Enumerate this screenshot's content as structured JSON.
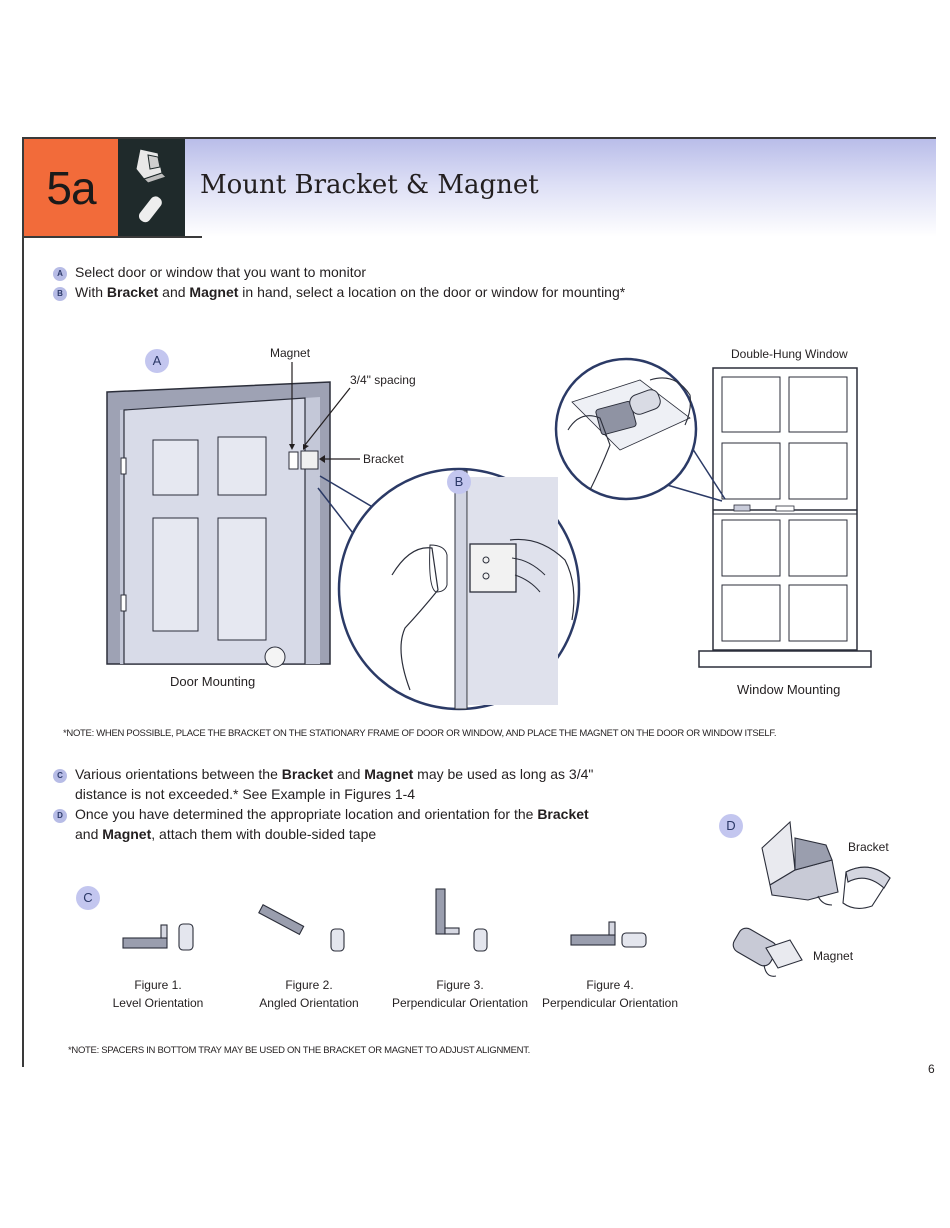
{
  "header": {
    "step_number": "5a",
    "title": "Mount Bracket & Magnet",
    "icons": [
      "bracket-icon",
      "magnet-icon"
    ]
  },
  "intro_steps": [
    {
      "marker": "A",
      "parts": [
        {
          "t": "Select door or window that you want to monitor",
          "b": false
        }
      ]
    },
    {
      "marker": "B",
      "parts": [
        {
          "t": "With ",
          "b": false
        },
        {
          "t": "Bracket",
          "b": true
        },
        {
          "t": " and ",
          "b": false
        },
        {
          "t": "Magnet",
          "b": true
        },
        {
          "t": " in hand, select a location on the door or window for mounting*",
          "b": false
        }
      ]
    }
  ],
  "door_diagram": {
    "marker": "A",
    "magnet_label": "Magnet",
    "spacing_label": "3/4\" spacing",
    "bracket_label": "Bracket",
    "caption": "Door Mounting",
    "detail_marker": "B"
  },
  "window_diagram": {
    "title": "Double-Hung Window",
    "caption": "Window Mounting"
  },
  "note_top": "*NOTE: WHEN POSSIBLE, PLACE THE BRACKET ON THE STATIONARY FRAME OF DOOR OR WINDOW, AND PLACE THE MAGNET ON THE DOOR OR WINDOW ITSELF.",
  "steps_cd": [
    {
      "marker": "C",
      "lines": [
        [
          {
            "t": "Various orientations between the ",
            "b": false
          },
          {
            "t": "Bracket",
            "b": true
          },
          {
            "t": " and ",
            "b": false
          },
          {
            "t": "Magnet",
            "b": true
          },
          {
            "t": " may be used as long as 3/4\"",
            "b": false
          }
        ],
        [
          {
            "t": "distance is not exceeded.* See Example in Figures 1-4",
            "b": false
          }
        ]
      ]
    },
    {
      "marker": "D",
      "lines": [
        [
          {
            "t": "Once you have determined the appropriate location and orientation for the ",
            "b": false
          },
          {
            "t": "Bracket",
            "b": true
          }
        ],
        [
          {
            "t": "and ",
            "b": false
          },
          {
            "t": "Magnet",
            "b": true
          },
          {
            "t": ", attach them with double-sided tape",
            "b": false
          }
        ]
      ]
    }
  ],
  "figures_marker": "C",
  "figures": [
    {
      "title": "Figure 1.",
      "caption": "Level Orientation"
    },
    {
      "title": "Figure 2.",
      "caption": "Angled Orientation"
    },
    {
      "title": "Figure 3.",
      "caption": "Perpendicular Orientation"
    },
    {
      "title": "Figure 4.",
      "caption": "Perpendicular Orientation"
    }
  ],
  "detail_d": {
    "marker": "D",
    "bracket_label": "Bracket",
    "magnet_label": "Magnet"
  },
  "note_bottom": "*NOTE: SPACERS IN BOTTOM TRAY MAY BE USED ON THE BRACKET OR MAGNET TO ADJUST ALIGNMENT.",
  "page_number": "6"
}
